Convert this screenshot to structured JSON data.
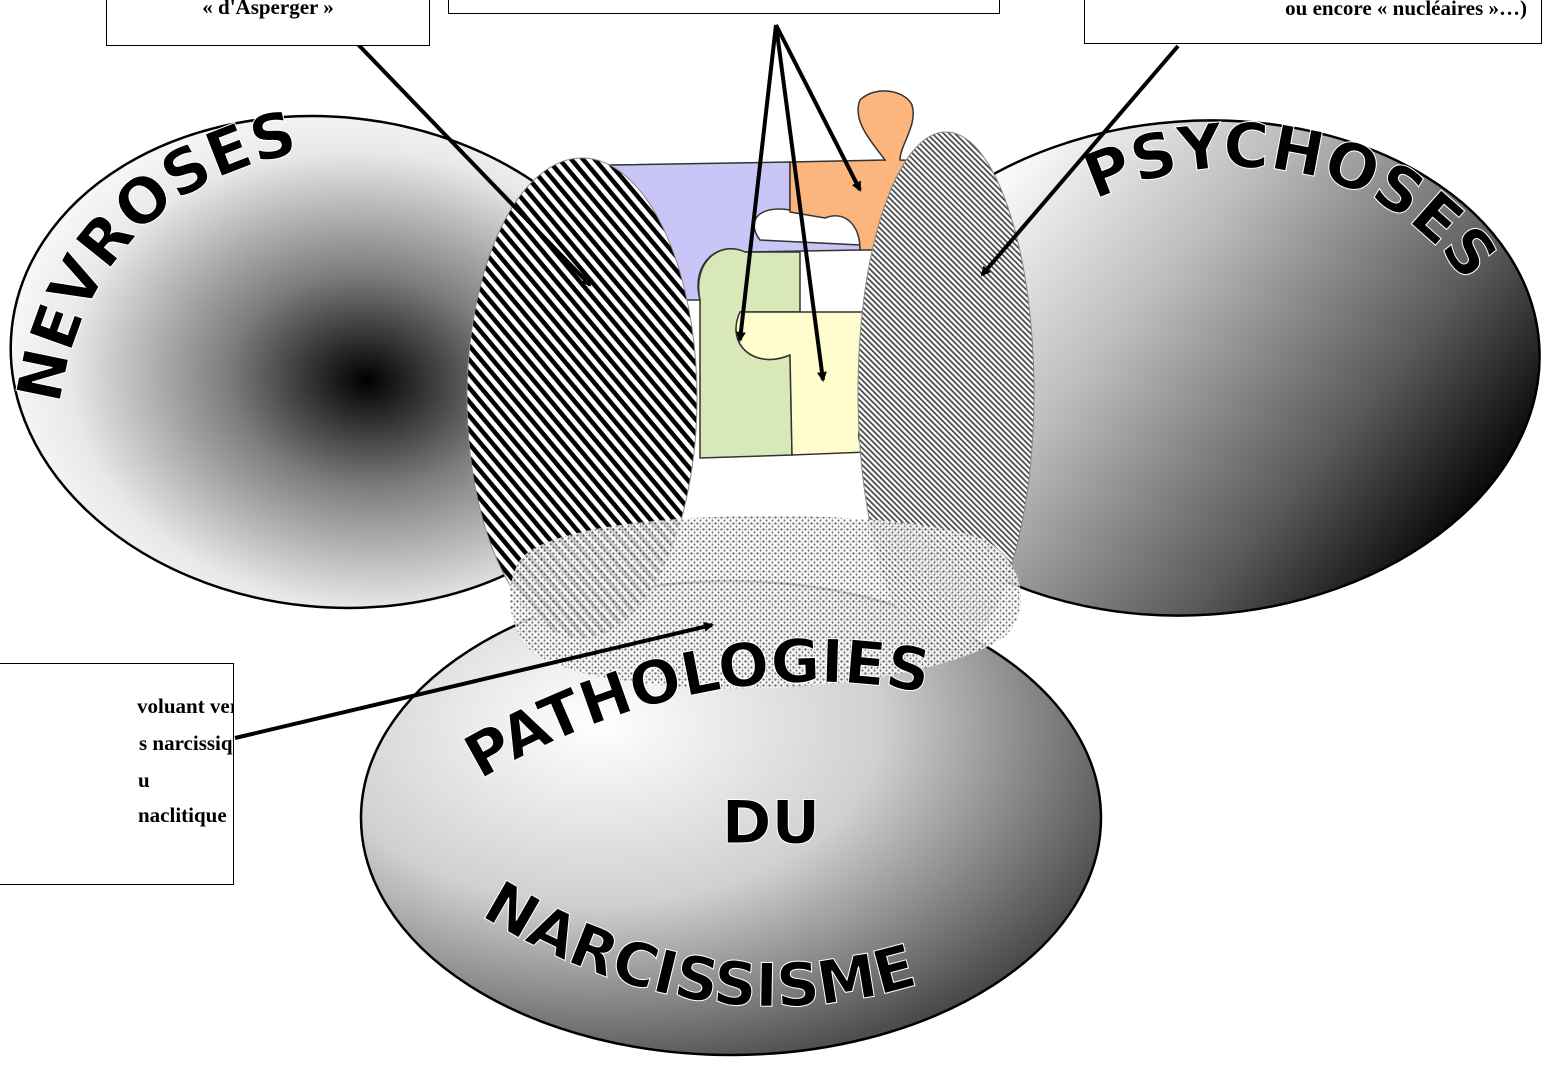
{
  "diagram": {
    "neuroses_label": "NEVROSES",
    "psychoses_label": "PSYCHOSES",
    "narcissism_label": {
      "line1": "PATHOLOGIES",
      "line2": "DU",
      "line3": "NARCISSISME"
    }
  },
  "callouts": {
    "asperger": {
      "lines": [
        "« d'Asperger »"
      ]
    },
    "center": {
      "lines": []
    },
    "psychoses_note": {
      "lines": [
        "ou encore « nucléaires »…)"
      ]
    },
    "narcissism_note": {
      "lines": [
        "voluant vers",
        "s narcissiques",
        "u",
        "naclitique"
      ]
    }
  },
  "colors": {
    "ink": "#000000",
    "puzzle_blue": "#c9c6f7",
    "puzzle_orange": "#fbb57d",
    "puzzle_green": "#d8e8b9",
    "puzzle_yellow": "#fffccd"
  }
}
